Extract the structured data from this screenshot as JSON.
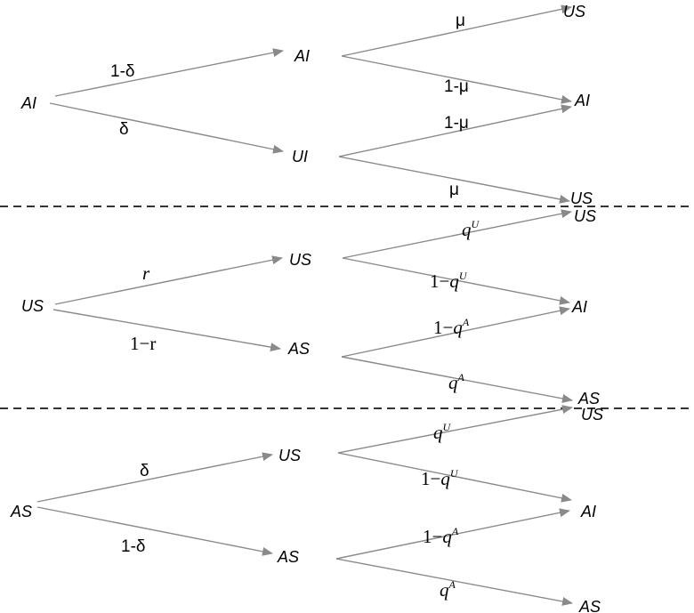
{
  "sections": [
    {
      "root": "AI",
      "level1": {
        "upper": {
          "node": "AI",
          "label": "1-δ"
        },
        "lower": {
          "node": "UI",
          "label": "δ"
        }
      },
      "level2": {
        "upper_up": {
          "node": "US",
          "label": "μ"
        },
        "upper_down": {
          "node": "AI",
          "label": "1-μ"
        },
        "lower_up": {
          "node": "AI",
          "label": "1-μ"
        },
        "lower_down": {
          "node": "US",
          "label": "μ"
        }
      }
    },
    {
      "root": "US",
      "level1": {
        "upper": {
          "node": "US",
          "label": "r"
        },
        "lower": {
          "node": "AS",
          "label": "1−r"
        }
      },
      "level2": {
        "upper_up": {
          "node": "US",
          "label": {
            "pre": "",
            "var": "q",
            "sup": "U"
          }
        },
        "upper_down": {
          "node": "AI",
          "label": {
            "pre": "1−",
            "var": "q",
            "sup": "U"
          }
        },
        "lower_up": {
          "node": "AI",
          "label": {
            "pre": "1−",
            "var": "q",
            "sup": "A"
          }
        },
        "lower_down": {
          "node": "AS",
          "label": {
            "pre": "",
            "var": "q",
            "sup": "A"
          }
        }
      }
    },
    {
      "root": "AS",
      "level1": {
        "upper": {
          "node": "US",
          "label": "δ"
        },
        "lower": {
          "node": "AS",
          "label": "1-δ"
        }
      },
      "level2": {
        "upper_up": {
          "node": "US",
          "label": {
            "pre": "",
            "var": "q",
            "sup": "U"
          }
        },
        "upper_down": {
          "node": "AI",
          "label": {
            "pre": "1−",
            "var": "q",
            "sup": "U"
          }
        },
        "lower_up": {
          "node": "AI",
          "label": {
            "pre": "1−",
            "var": "q",
            "sup": "A"
          }
        },
        "lower_down": {
          "node": "AS",
          "label": {
            "pre": "",
            "var": "q",
            "sup": "A"
          }
        }
      }
    }
  ]
}
